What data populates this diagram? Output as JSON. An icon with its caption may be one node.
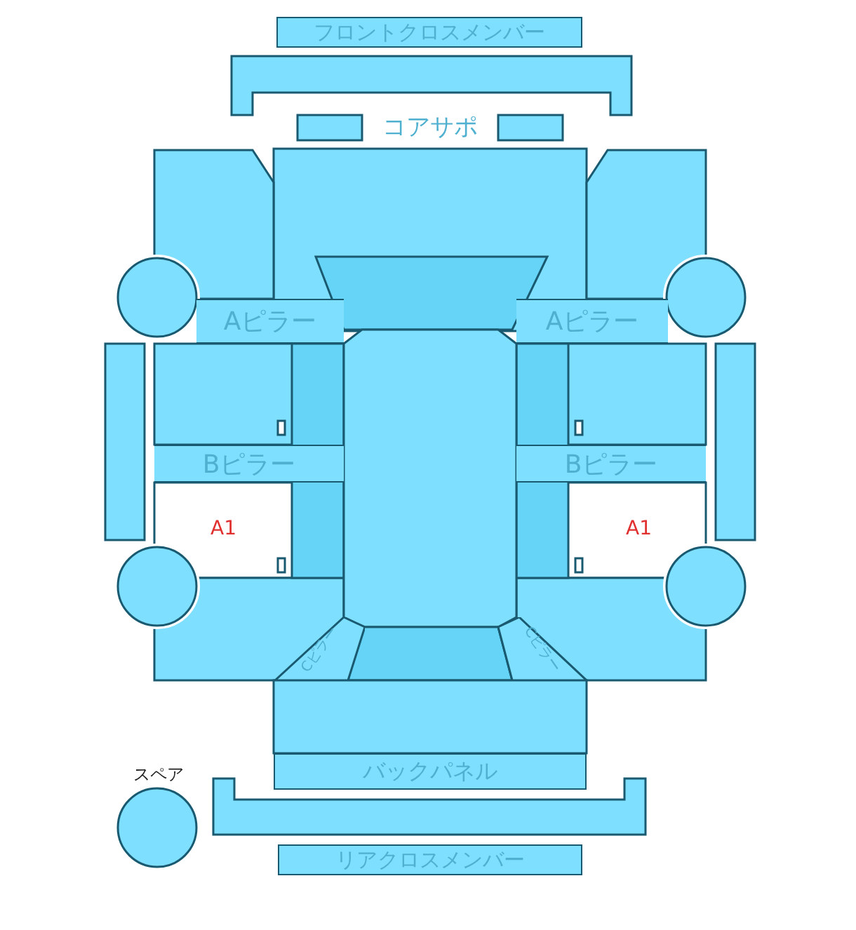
{
  "diagram": {
    "nodes": [
      {
        "text": [
          "フロントクロスメンバー"
        ]
      },
      {
        "text": [
          "コアサポ"
        ]
      },
      {
        "text": [
          "Aピラー"
        ]
      },
      {
        "text": [
          "Aピラー"
        ]
      },
      {
        "text": [
          "Bピラー"
        ]
      },
      {
        "text": [
          "Bピラー"
        ]
      },
      {
        "text": [
          "Cピラー"
        ]
      },
      {
        "text": [
          "Cピラー"
        ]
      },
      {
        "text": [
          "バックパネル"
        ]
      },
      {
        "text": [
          "スペア"
        ]
      },
      {
        "text": [
          "リアクロスメンバー"
        ]
      }
    ],
    "labels": [
      "A1",
      "A1"
    ]
  }
}
